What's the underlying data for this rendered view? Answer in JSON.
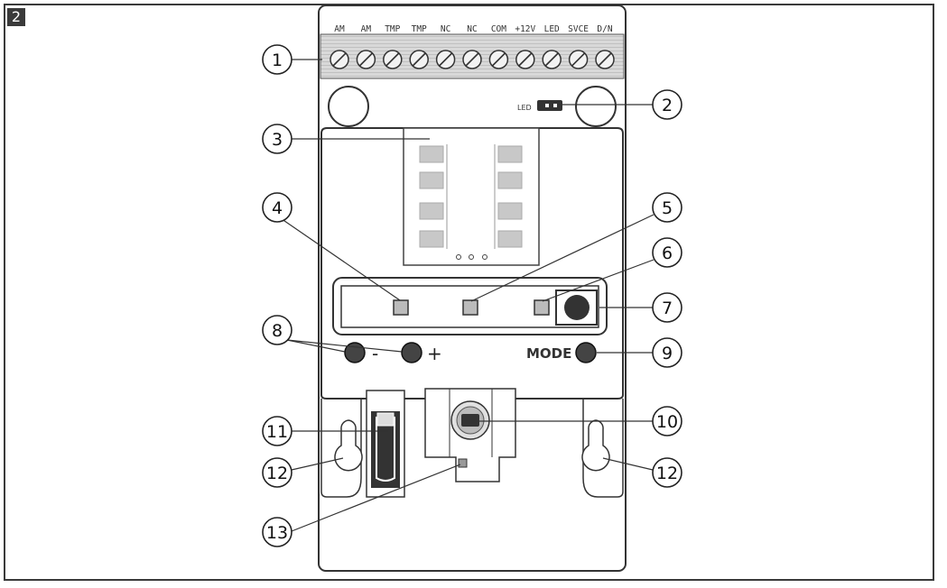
{
  "figure": {
    "number": "2"
  },
  "terminals": [
    "AM",
    "AM",
    "TMP",
    "TMP",
    "NC",
    "NC",
    "COM",
    "+12V",
    "LED",
    "SVCE",
    "D/N"
  ],
  "labels": {
    "led_jumper": "LED",
    "mode": "MODE",
    "minus": "-",
    "plus": "+"
  },
  "callouts": [
    "1",
    "2",
    "3",
    "4",
    "5",
    "6",
    "7",
    "8",
    "9",
    "10",
    "11",
    "12",
    "12",
    "13"
  ]
}
